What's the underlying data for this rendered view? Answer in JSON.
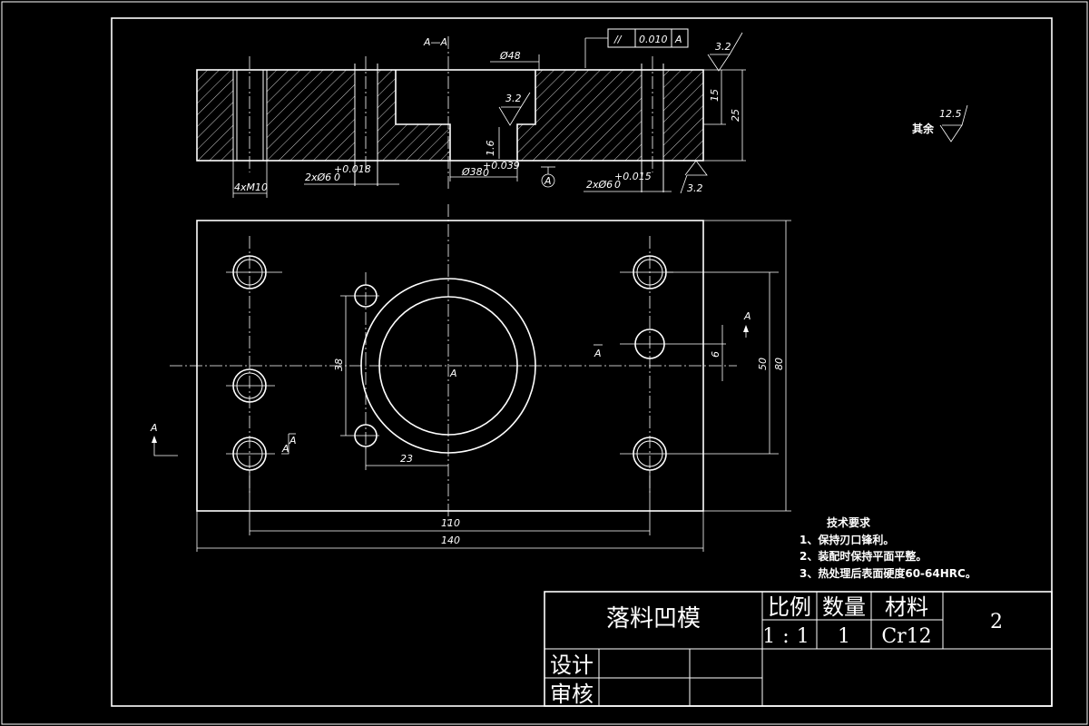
{
  "section_label": "A—A",
  "dims": {
    "d48": "Ø48",
    "d38": "Ø38",
    "d38_tol": "+0.039",
    "d38_tol_low": "0",
    "holes_6a": "2xØ6",
    "holes_6a_tol": "+0.018",
    "holes_6a_tol_low": "0",
    "holes_6b": "2xØ6",
    "holes_6b_tol": "+0.015",
    "holes_6b_tol_low": "0",
    "thread": "4xM10",
    "d15": "15",
    "d25": "25",
    "d16": "1.6",
    "d38v": "38",
    "d23": "23",
    "d110": "110",
    "d140": "140",
    "d50": "50",
    "d80": "80",
    "d6": "6"
  },
  "tolerance_frame": {
    "symbol": "//",
    "value": "0.010",
    "datum": "A"
  },
  "datum_label": "A",
  "view_labels": {
    "center": "A",
    "right_mark": "A",
    "left_mark": "A",
    "left_arrow": "A",
    "right_arrow": "A"
  },
  "roughness": {
    "r1": "3.2",
    "r2": "3.2",
    "r3": "3.2",
    "other_label": "其余",
    "other_value": "12.5"
  },
  "notes": {
    "title": "技术要求",
    "items": [
      "1、保持刃口锋利。",
      "2、装配时保持平面平整。",
      "3、热处理后表面硬度60-64HRC。"
    ]
  },
  "title_block": {
    "part_name": "落料凹模",
    "scale_label": "比例",
    "qty_label": "数量",
    "material_label": "材料",
    "scale_value": "1:1",
    "qty_value": "1",
    "material_value": "Cr12",
    "drawing_no": "2",
    "designer_label": "设计",
    "reviewer_label": "审核"
  }
}
